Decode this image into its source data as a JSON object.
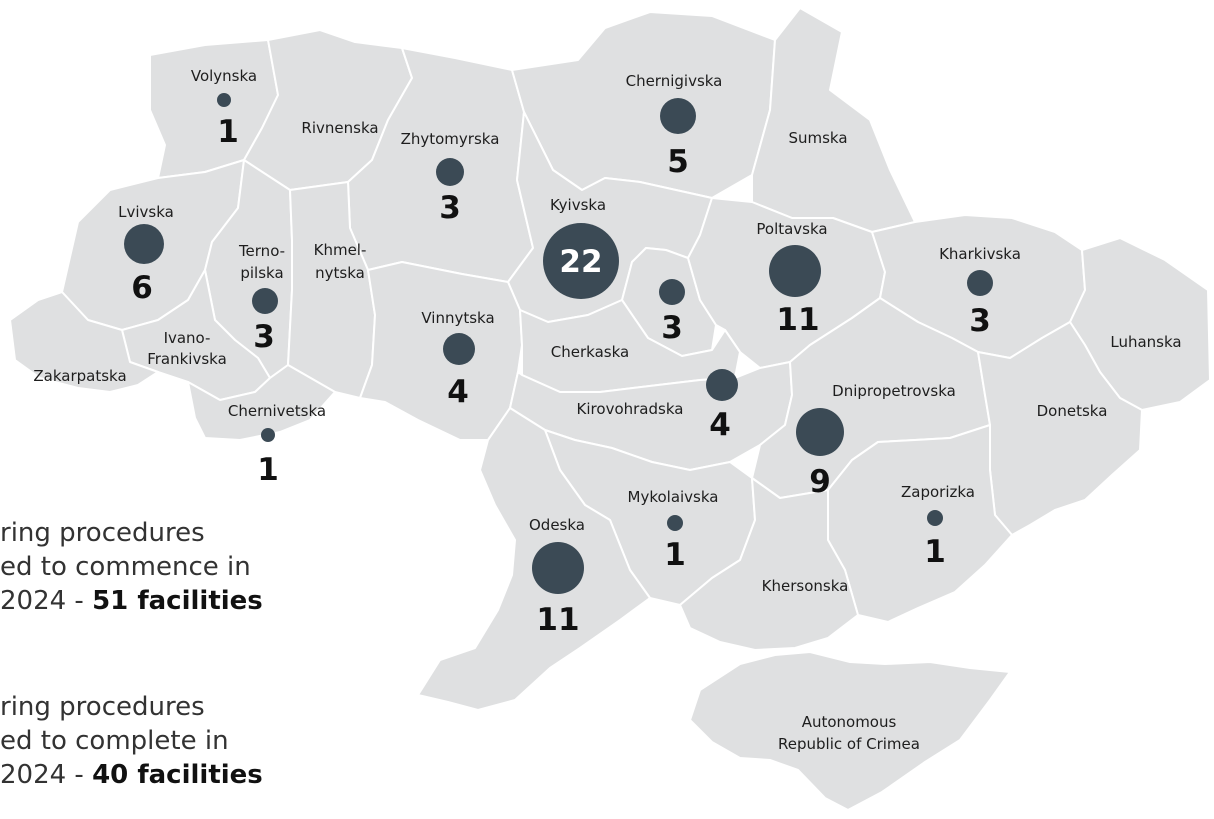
{
  "regions": [
    {
      "id": "volynska",
      "name": "Volynska",
      "count": 1
    },
    {
      "id": "rivnenska",
      "name": "Rivnenska",
      "count": null
    },
    {
      "id": "zhytomyrska",
      "name": "Zhytomyrska",
      "count": 3
    },
    {
      "id": "chernigivska",
      "name": "Chernigivska",
      "count": 5
    },
    {
      "id": "sumska",
      "name": "Sumska",
      "count": null
    },
    {
      "id": "lvivska",
      "name": "Lvivska",
      "count": 6
    },
    {
      "id": "ternopilska",
      "name": "Terno-\npilska",
      "count": 3
    },
    {
      "id": "khmelnytska",
      "name": "Khmel-\nnytska",
      "count": null
    },
    {
      "id": "kyivska",
      "name": "Kyivska",
      "count": 22
    },
    {
      "id": "kyiv-city",
      "name": "",
      "count": 3
    },
    {
      "id": "poltavska",
      "name": "Poltavska",
      "count": 11
    },
    {
      "id": "kharkivska",
      "name": "Kharkivska",
      "count": 3
    },
    {
      "id": "luhanska",
      "name": "Luhanska",
      "count": null
    },
    {
      "id": "ivano-frankivska",
      "name": "Ivano-\nFrankivska",
      "count": null
    },
    {
      "id": "zakarpatska",
      "name": "Zakarpatska",
      "count": null
    },
    {
      "id": "vinnytska",
      "name": "Vinnytska",
      "count": 4
    },
    {
      "id": "cherkaska",
      "name": "Cherkaska",
      "count": null
    },
    {
      "id": "kirovohradska",
      "name": "Kirovohradska",
      "count": 4
    },
    {
      "id": "dnipropetrovska",
      "name": "Dnipropetrovska",
      "count": 9
    },
    {
      "id": "donetska",
      "name": "Donetska",
      "count": null
    },
    {
      "id": "chernivetska",
      "name": "Chernivetska",
      "count": 1
    },
    {
      "id": "mykolaivska",
      "name": "Mykolaivska",
      "count": 1
    },
    {
      "id": "zaporizka",
      "name": "Zaporizka",
      "count": 1
    },
    {
      "id": "odeska",
      "name": "Odeska",
      "count": 11
    },
    {
      "id": "khersonska",
      "name": "Khersonska",
      "count": null
    },
    {
      "id": "crimea",
      "name": "Autonomous\nRepublic of Crimea",
      "count": null
    }
  ],
  "notes": {
    "commence": {
      "text": "ring procedures\ned to commence in\n2024 - ",
      "highlight": "51 facilities"
    },
    "complete": {
      "text": "ring procedures\ned to complete in\n2024 - ",
      "highlight": "40 facilities"
    }
  },
  "colors": {
    "land": "#dfe0e1",
    "border": "#ffffff",
    "dot": "#3b4a55",
    "text": "#111111"
  }
}
